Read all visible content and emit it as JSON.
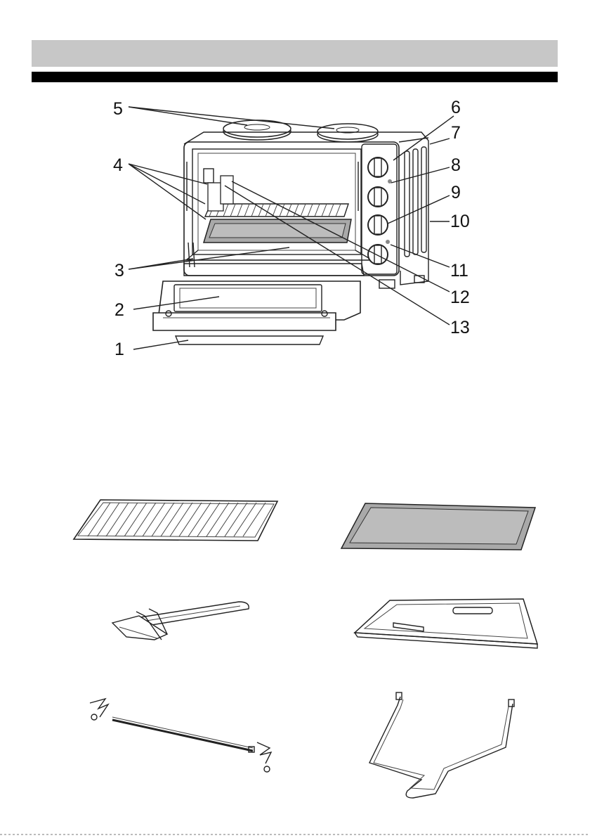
{
  "callouts": {
    "c1": "1",
    "c2": "2",
    "c3": "3",
    "c4": "4",
    "c5": "5",
    "c6": "6",
    "c7": "7",
    "c8": "8",
    "c9": "9",
    "c10": "10",
    "c11": "11",
    "c12": "12",
    "c13": "13"
  },
  "accessories": [
    {
      "icon": "wire-rack-icon"
    },
    {
      "icon": "baking-tray-icon"
    },
    {
      "icon": "tray-handle-icon"
    },
    {
      "icon": "crumb-tray-icon"
    },
    {
      "icon": "rotisserie-spit-icon"
    },
    {
      "icon": "rotisserie-handle-icon"
    }
  ],
  "colors": {
    "header_band": "#c7c7c7",
    "rule": "#000000",
    "tray_fill": "#a9a9a9"
  }
}
